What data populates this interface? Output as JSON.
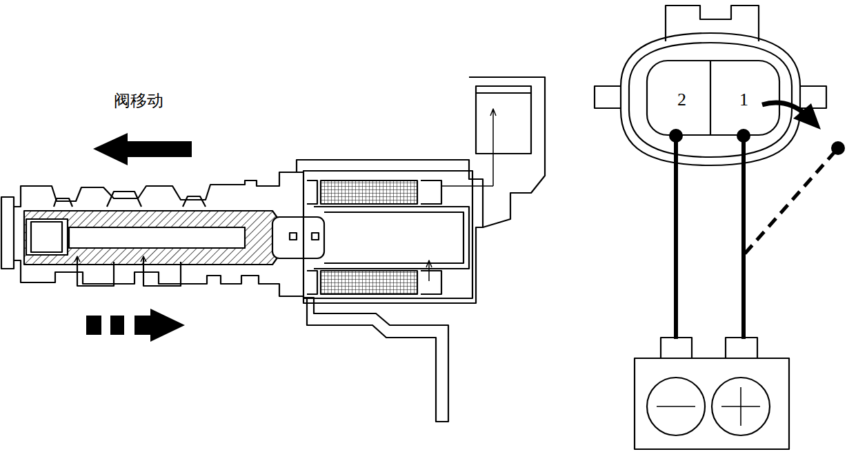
{
  "diagram": {
    "labels": [
      "阀移动",
      "2",
      "1"
    ]
  }
}
